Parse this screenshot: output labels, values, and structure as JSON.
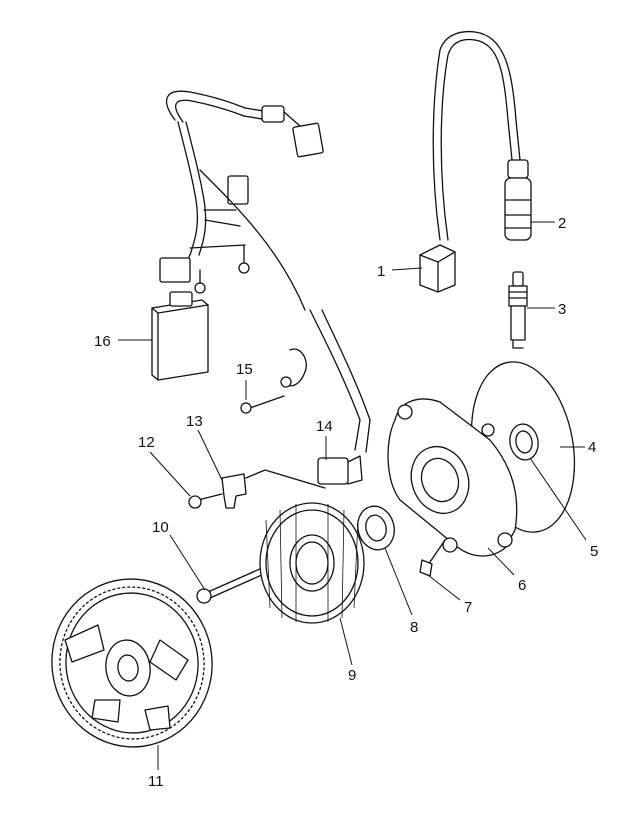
{
  "callouts": [
    {
      "id": "ignition-coil",
      "label": "1"
    },
    {
      "id": "spark-plug-cap",
      "label": "2"
    },
    {
      "id": "spark-plug",
      "label": "3"
    },
    {
      "id": "gasket",
      "label": "4"
    },
    {
      "id": "bearing-small",
      "label": "5"
    },
    {
      "id": "stator-housing",
      "label": "6"
    },
    {
      "id": "housing-bolt",
      "label": "7"
    },
    {
      "id": "oil-seal",
      "label": "8"
    },
    {
      "id": "stator",
      "label": "9"
    },
    {
      "id": "stator-bolt",
      "label": "10"
    },
    {
      "id": "flywheel",
      "label": "11"
    },
    {
      "id": "bracket-screw",
      "label": "12"
    },
    {
      "id": "wire-bracket",
      "label": "13"
    },
    {
      "id": "pickup-sensor",
      "label": "14"
    },
    {
      "id": "ground-screw",
      "label": "15"
    },
    {
      "id": "cdi-module",
      "label": "16"
    }
  ]
}
